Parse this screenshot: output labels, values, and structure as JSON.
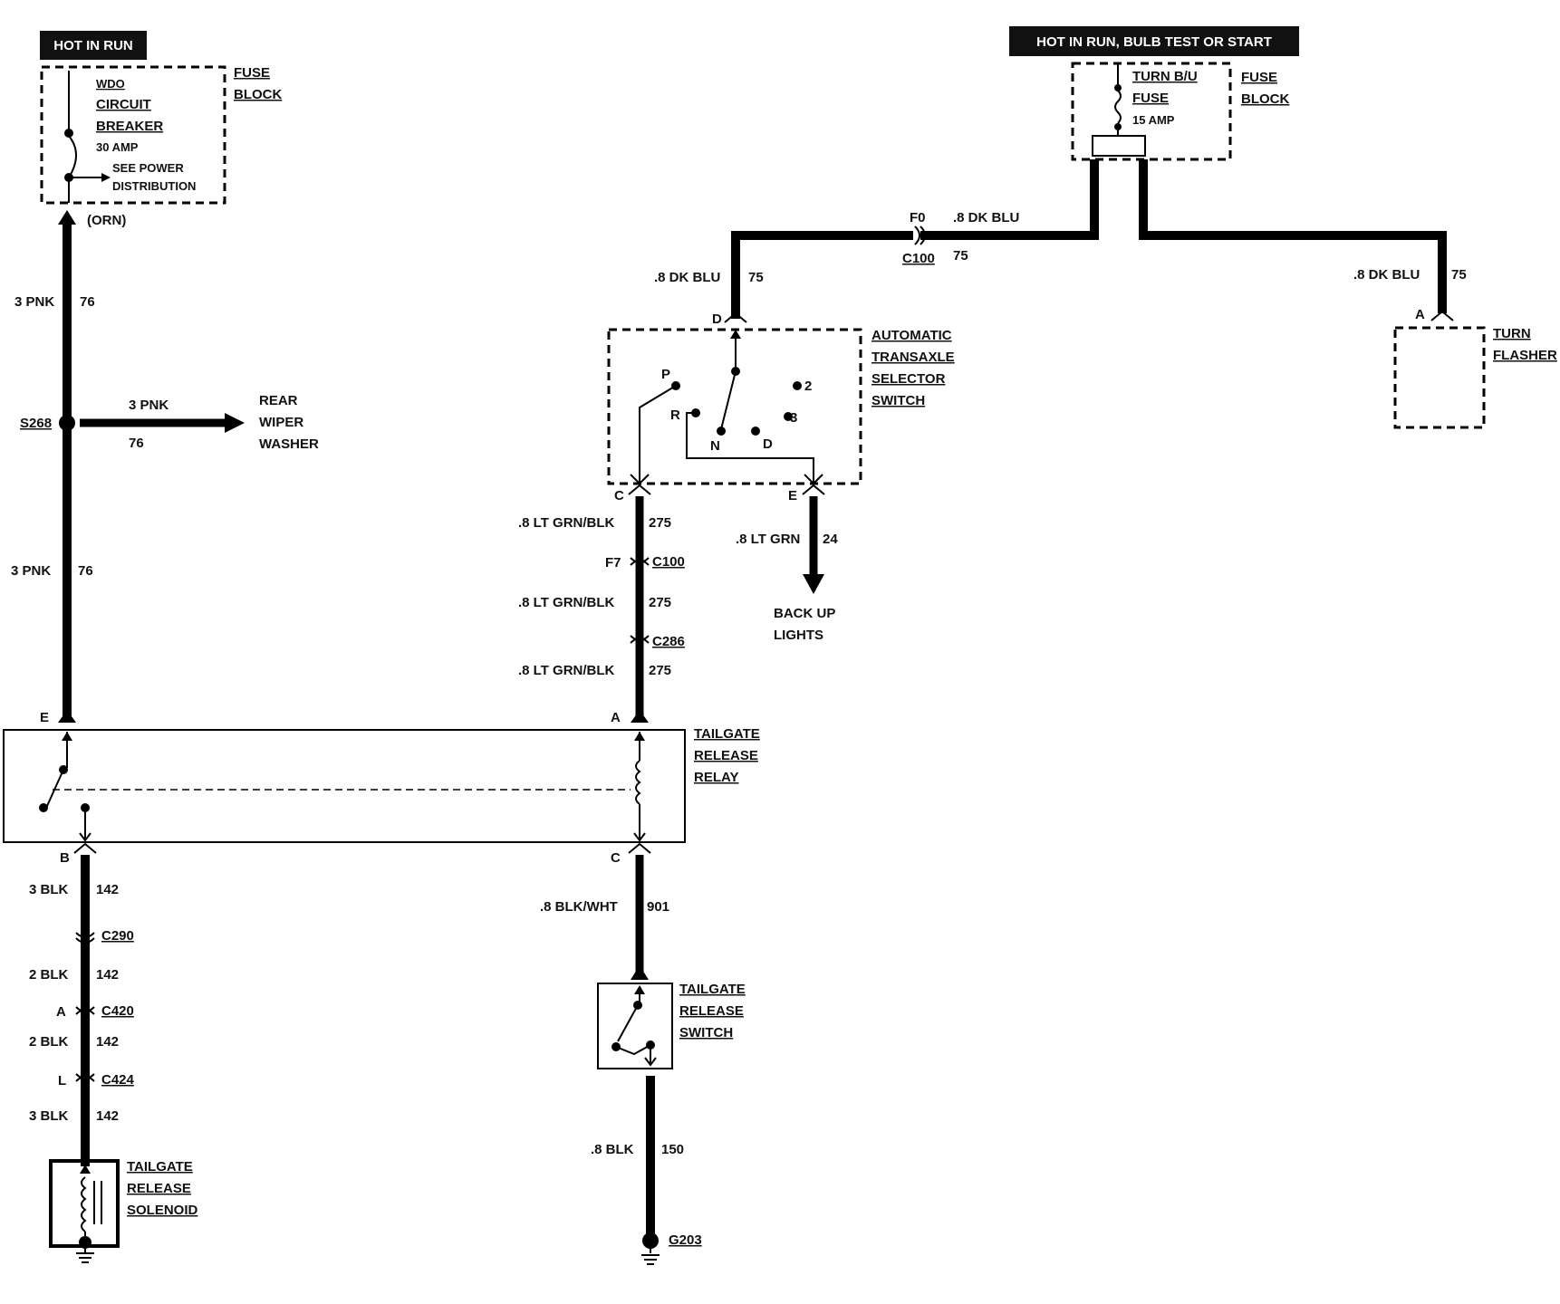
{
  "headers": {
    "left": "HOT IN RUN",
    "right": "HOT IN RUN, BULB TEST OR START"
  },
  "fuse_block_left": {
    "title": "FUSE",
    "title2": "BLOCK",
    "cb_line1": "WDO",
    "cb_line2": "CIRCUIT",
    "cb_line3": "BREAKER",
    "rating": "30 AMP",
    "note1": "SEE POWER",
    "note2": "DISTRIBUTION"
  },
  "fuse_block_right": {
    "title": "FUSE",
    "title2": "BLOCK",
    "fuse_line1": "TURN B/U",
    "fuse_line2": "FUSE",
    "rating": "15 AMP"
  },
  "wires": {
    "orn": "(ORN)",
    "w76a_size": "3 PNK",
    "w76a_num": "76",
    "s268": "S268",
    "branch_size": "3 PNK",
    "branch_num": "76",
    "rear_wiper_1": "REAR",
    "rear_wiper_2": "WIPER",
    "rear_wiper_3": "WASHER",
    "w76b_size": "3 PNK",
    "w76b_num": "76",
    "dkblu_top": ".8 DK BLU",
    "dkblu_top_num": "75",
    "f0": "F0",
    "c100_top": "C100",
    "dkblu_left": ".8 DK BLU",
    "dkblu_left_num": "75",
    "dkblu_right": ".8 DK BLU",
    "dkblu_right_num": "75",
    "pin_d": "D",
    "pin_a_flasher": "A",
    "ltgrnblk_1": ".8 LT GRN/BLK",
    "ltgrnblk_1_num": "275",
    "f7": "F7",
    "c100_mid": "C100",
    "ltgrnblk_2": ".8 LT GRN/BLK",
    "ltgrnblk_2_num": "275",
    "c286": "C286",
    "ltgrnblk_3": ".8 LT GRN/BLK",
    "ltgrnblk_3_num": "275",
    "pin_c_sw": "C",
    "pin_e_sw": "E",
    "ltgrn": ".8 LT GRN",
    "ltgrn_num": "24",
    "backup_1": "BACK UP",
    "backup_2": "LIGHTS",
    "pin_e_relay": "E",
    "pin_a_relay": "A",
    "pin_b_relay": "B",
    "pin_c_relay": "C",
    "blk_1": "3 BLK",
    "blk_1_num": "142",
    "c290": "C290",
    "blk_2": "2 BLK",
    "blk_2_num": "142",
    "pin_a_c420": "A",
    "c420": "C420",
    "blk_3": "2 BLK",
    "blk_3_num": "142",
    "pin_l_c424": "L",
    "c424": "C424",
    "blk_4": "3 BLK",
    "blk_4_num": "142",
    "blkwht": ".8 BLK/WHT",
    "blkwht_num": "901",
    "blk_gnd": ".8 BLK",
    "blk_gnd_num": "150",
    "g203": "G203"
  },
  "components": {
    "selector_1": "AUTOMATIC",
    "selector_2": "TRANSAXLE",
    "selector_3": "SELECTOR",
    "selector_4": "SWITCH",
    "pos_p": "P",
    "pos_r": "R",
    "pos_n": "N",
    "pos_d": "D",
    "pos_2": "2",
    "pos_3": "3",
    "flasher_1": "TURN",
    "flasher_2": "FLASHER",
    "relay_1": "TAILGATE",
    "relay_2": "RELEASE",
    "relay_3": "RELAY",
    "switch_1": "TAILGATE",
    "switch_2": "RELEASE",
    "switch_3": "SWITCH",
    "solenoid_1": "TAILGATE",
    "solenoid_2": "RELEASE",
    "solenoid_3": "SOLENOID"
  }
}
